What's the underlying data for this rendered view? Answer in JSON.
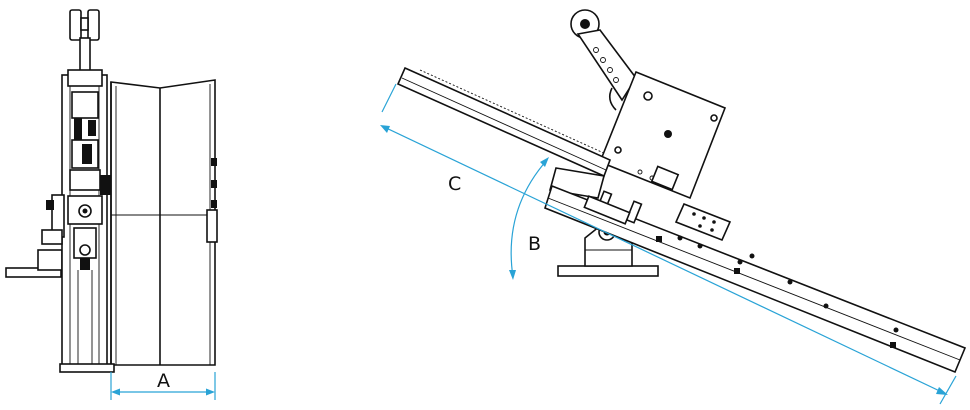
{
  "labels": {
    "a": "A",
    "b": "B",
    "c": "C"
  },
  "colors": {
    "dimension_line": "#29a3d6",
    "line_art": "#111111",
    "background": "#ffffff"
  }
}
